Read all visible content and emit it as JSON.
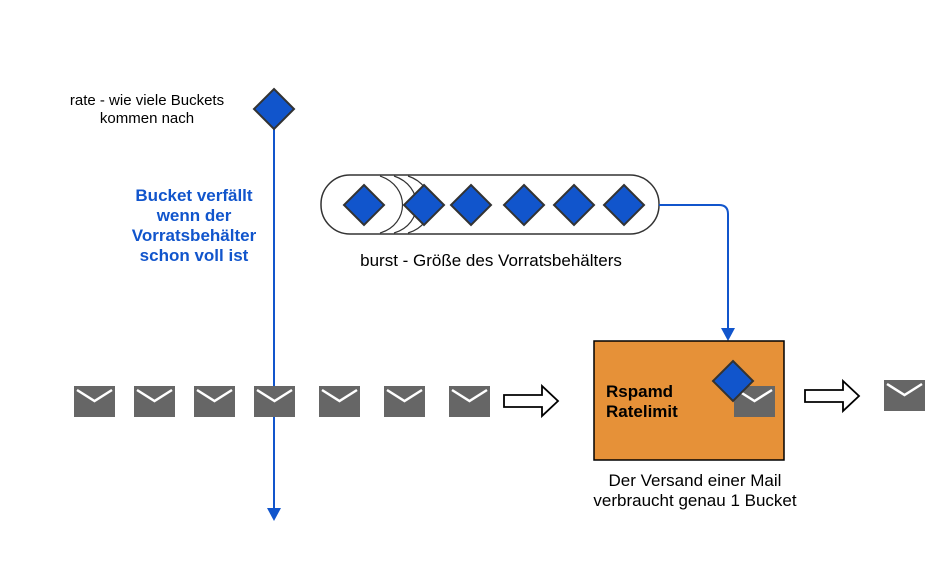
{
  "rate_label": {
    "line1": "rate - wie viele Buckets",
    "line2": "kommen nach"
  },
  "overflow_label": {
    "line1": "Bucket verfällt",
    "line2": "wenn der",
    "line3": "Vorratsbehälter",
    "line4": "schon voll ist"
  },
  "burst_label": "burst - Größe des Vorratsbehälters",
  "ratelimit_box": {
    "line1": "Rspamd",
    "line2": "Ratelimit"
  },
  "consume_label": {
    "line1": "Der Versand einer Mail",
    "line2": "verbraucht genau 1 Bucket"
  },
  "colors": {
    "token": "#1155cc",
    "token_stroke": "#333333",
    "arrow_line": "#1155cc",
    "overflow_text": "#1155cc",
    "mail_icon": "#666666",
    "ratelimit_fill": "#e69138",
    "text": "#000000"
  },
  "icons": {
    "token": "diamond-token-icon",
    "mail": "envelope-icon",
    "flow_arrow": "hollow-right-arrow-icon"
  }
}
